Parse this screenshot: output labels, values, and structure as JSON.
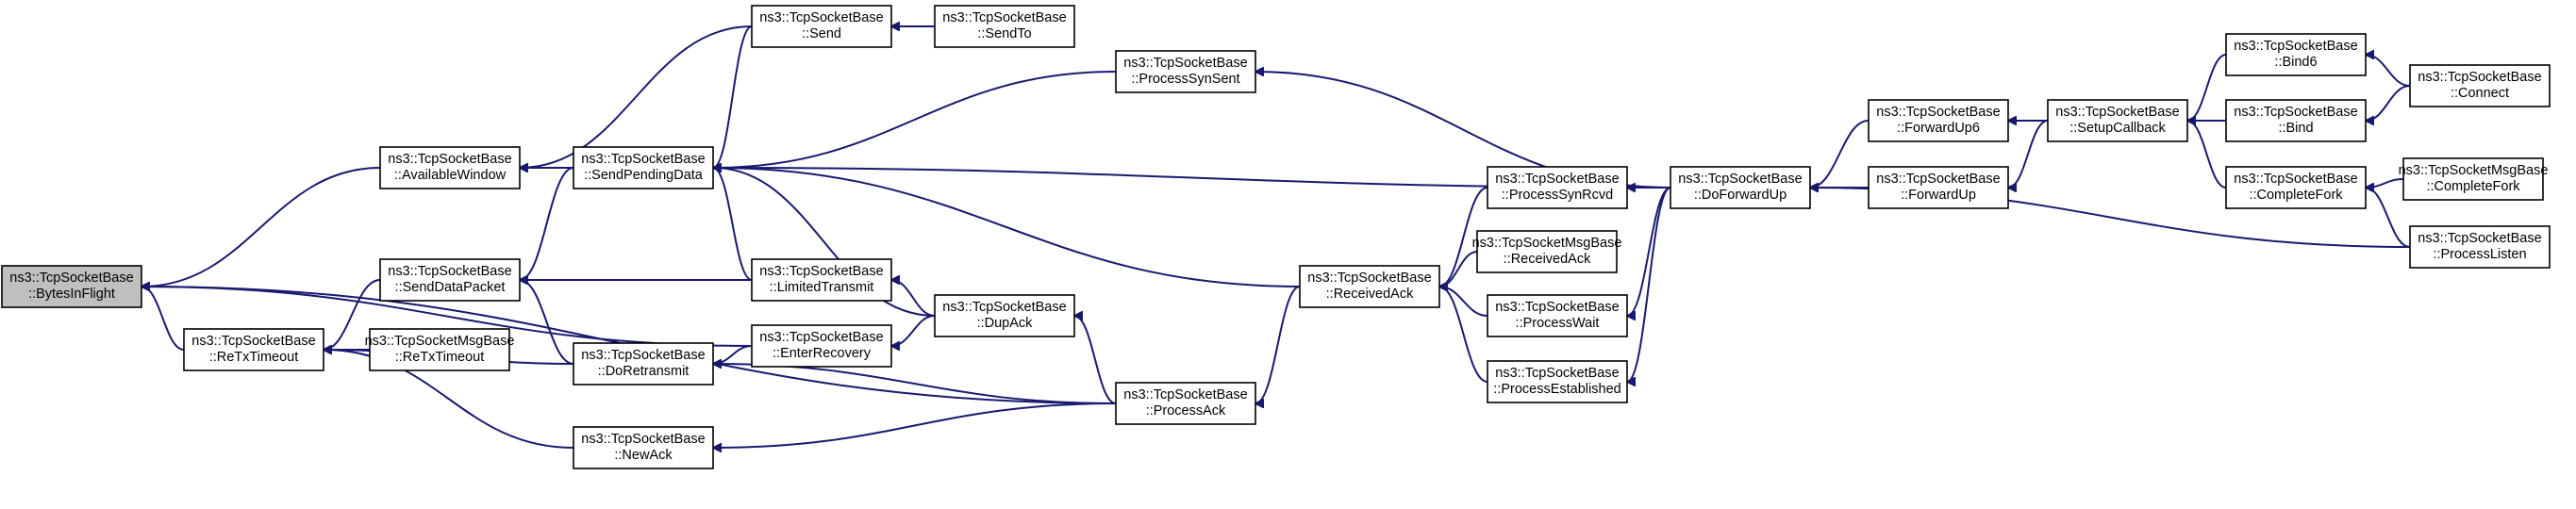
{
  "graph": {
    "edge_color": "#191970",
    "node_fill": "#ffffff",
    "focus_fill": "#bfbfbf",
    "focus_node": "bytes",
    "nodes": [
      {
        "id": "bytes",
        "lines": [
          "ns3::TcpSocketBase",
          "::BytesInFlight"
        ]
      },
      {
        "id": "avail",
        "lines": [
          "ns3::TcpSocketBase",
          "::AvailableWindow"
        ]
      },
      {
        "id": "retx",
        "lines": [
          "ns3::TcpSocketBase",
          "::ReTxTimeout"
        ]
      },
      {
        "id": "send",
        "lines": [
          "ns3::TcpSocketBase",
          "::Send"
        ]
      },
      {
        "id": "sendpending",
        "lines": [
          "ns3::TcpSocketBase",
          "::SendPendingData"
        ]
      },
      {
        "id": "senddata",
        "lines": [
          "ns3::TcpSocketBase",
          "::SendDataPacket"
        ]
      },
      {
        "id": "msgretx",
        "lines": [
          "ns3::TcpSocketMsgBase",
          "::ReTxTimeout"
        ]
      },
      {
        "id": "doretx",
        "lines": [
          "ns3::TcpSocketBase",
          "::DoRetransmit"
        ]
      },
      {
        "id": "newack",
        "lines": [
          "ns3::TcpSocketBase",
          "::NewAck"
        ]
      },
      {
        "id": "sendto",
        "lines": [
          "ns3::TcpSocketBase",
          "::SendTo"
        ]
      },
      {
        "id": "limited",
        "lines": [
          "ns3::TcpSocketBase",
          "::LimitedTransmit"
        ]
      },
      {
        "id": "enterrec",
        "lines": [
          "ns3::TcpSocketBase",
          "::EnterRecovery"
        ]
      },
      {
        "id": "synsent",
        "lines": [
          "ns3::TcpSocketBase",
          "::ProcessSynSent"
        ]
      },
      {
        "id": "dupack",
        "lines": [
          "ns3::TcpSocketBase",
          "::DupAck"
        ]
      },
      {
        "id": "processack",
        "lines": [
          "ns3::TcpSocketBase",
          "::ProcessAck"
        ]
      },
      {
        "id": "recvack",
        "lines": [
          "ns3::TcpSocketBase",
          "::ReceivedAck"
        ]
      },
      {
        "id": "synrcvd",
        "lines": [
          "ns3::TcpSocketBase",
          "::ProcessSynRcvd"
        ]
      },
      {
        "id": "msgrecvack",
        "lines": [
          "ns3::TcpSocketMsgBase",
          "::ReceivedAck"
        ]
      },
      {
        "id": "procwait",
        "lines": [
          "ns3::TcpSocketBase",
          "::ProcessWait"
        ]
      },
      {
        "id": "procest",
        "lines": [
          "ns3::TcpSocketBase",
          "::ProcessEstablished"
        ]
      },
      {
        "id": "dofwd",
        "lines": [
          "ns3::TcpSocketBase",
          "::DoForwardUp"
        ]
      },
      {
        "id": "fwd6",
        "lines": [
          "ns3::TcpSocketBase",
          "::ForwardUp6"
        ]
      },
      {
        "id": "fwd",
        "lines": [
          "ns3::TcpSocketBase",
          "::ForwardUp"
        ]
      },
      {
        "id": "setupcb",
        "lines": [
          "ns3::TcpSocketBase",
          "::SetupCallback"
        ]
      },
      {
        "id": "bind6",
        "lines": [
          "ns3::TcpSocketBase",
          "::Bind6"
        ]
      },
      {
        "id": "bind",
        "lines": [
          "ns3::TcpSocketBase",
          "::Bind"
        ]
      },
      {
        "id": "completefork",
        "lines": [
          "ns3::TcpSocketBase",
          "::CompleteFork"
        ]
      },
      {
        "id": "connect",
        "lines": [
          "ns3::TcpSocketBase",
          "::Connect"
        ]
      },
      {
        "id": "msgcompletefork",
        "lines": [
          "ns3::TcpSocketMsgBase",
          "::CompleteFork"
        ]
      },
      {
        "id": "proclisten",
        "lines": [
          "ns3::TcpSocketBase",
          "::ProcessListen"
        ]
      }
    ],
    "edges": [
      {
        "from": "avail",
        "to": "bytes"
      },
      {
        "from": "retx",
        "to": "bytes"
      },
      {
        "from": "enterrec",
        "to": "bytes"
      },
      {
        "from": "processack",
        "to": "bytes"
      },
      {
        "from": "send",
        "to": "avail"
      },
      {
        "from": "sendpending",
        "to": "avail"
      },
      {
        "from": "senddata",
        "to": "retx"
      },
      {
        "from": "msgretx",
        "to": "retx"
      },
      {
        "from": "doretx",
        "to": "retx"
      },
      {
        "from": "newack",
        "to": "retx"
      },
      {
        "from": "sendto",
        "to": "send"
      },
      {
        "from": "synsent",
        "to": "sendpending"
      },
      {
        "from": "dofwd",
        "to": "sendpending"
      },
      {
        "from": "recvack",
        "to": "sendpending"
      },
      {
        "from": "limited",
        "to": "sendpending"
      },
      {
        "from": "send",
        "to": "sendpending"
      },
      {
        "from": "dupack",
        "to": "sendpending"
      },
      {
        "from": "sendpending",
        "to": "senddata"
      },
      {
        "from": "limited",
        "to": "senddata"
      },
      {
        "from": "doretx",
        "to": "senddata"
      },
      {
        "from": "enterrec",
        "to": "doretx"
      },
      {
        "from": "processack",
        "to": "doretx"
      },
      {
        "from": "processack",
        "to": "newack"
      },
      {
        "from": "dupack",
        "to": "limited"
      },
      {
        "from": "dupack",
        "to": "enterrec"
      },
      {
        "from": "dofwd",
        "to": "synsent"
      },
      {
        "from": "processack",
        "to": "dupack"
      },
      {
        "from": "recvack",
        "to": "processack"
      },
      {
        "from": "synrcvd",
        "to": "recvack"
      },
      {
        "from": "msgrecvack",
        "to": "recvack"
      },
      {
        "from": "procwait",
        "to": "recvack"
      },
      {
        "from": "procest",
        "to": "recvack"
      },
      {
        "from": "dofwd",
        "to": "synrcvd"
      },
      {
        "from": "dofwd",
        "to": "procwait"
      },
      {
        "from": "dofwd",
        "to": "procest"
      },
      {
        "from": "fwd6",
        "to": "dofwd"
      },
      {
        "from": "fwd",
        "to": "dofwd"
      },
      {
        "from": "setupcb",
        "to": "fwd6"
      },
      {
        "from": "setupcb",
        "to": "fwd"
      },
      {
        "from": "bind6",
        "to": "setupcb"
      },
      {
        "from": "bind",
        "to": "setupcb"
      },
      {
        "from": "completefork",
        "to": "setupcb"
      },
      {
        "from": "connect",
        "to": "bind6"
      },
      {
        "from": "connect",
        "to": "bind"
      },
      {
        "from": "msgcompletefork",
        "to": "completefork"
      },
      {
        "from": "proclisten",
        "to": "completefork"
      },
      {
        "from": "proclisten",
        "to": "dofwd"
      }
    ]
  }
}
